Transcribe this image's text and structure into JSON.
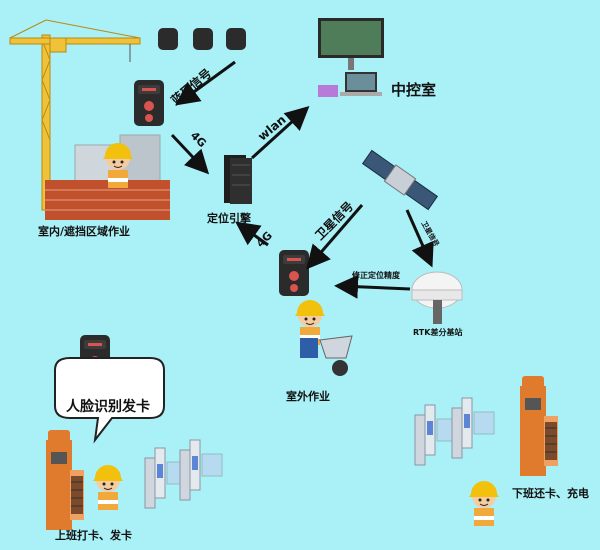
{
  "labels": {
    "indoor": "室内/遮挡区域作业",
    "engine": "定位引擎",
    "control_room": "中控室",
    "outdoor": "室外作业",
    "rtk": "RTK差分基站",
    "face_card": "人脸识别发卡",
    "clock_in": "上班打卡、发卡",
    "clock_out": "下班还卡、充电"
  },
  "edges": {
    "bluetooth": "蓝牙信号",
    "g4_left": "4G",
    "wlan": "wlan",
    "satellite_signal": "卫星信号",
    "g4_right": "4G",
    "satellite_small": "卫星信号",
    "correction": "修正定位精度"
  },
  "colors": {
    "background": "#a9f0f7",
    "arrow": "#111111",
    "kiosk": "#e07a2c",
    "helmet": "#f2c10d",
    "tag": "#2b2b2b",
    "tag_button": "#d9534f"
  },
  "icons": [
    "crane-icon",
    "brick-wall-icon",
    "worker-icon",
    "beacon-icon",
    "tag-device-icon",
    "server-icon",
    "monitor-icon",
    "laptop-icon",
    "satellite-icon",
    "gnss-antenna-icon",
    "wheelbarrow-worker-icon",
    "speech-bubble-icon",
    "card-kiosk-icon",
    "turnstile-icon"
  ]
}
